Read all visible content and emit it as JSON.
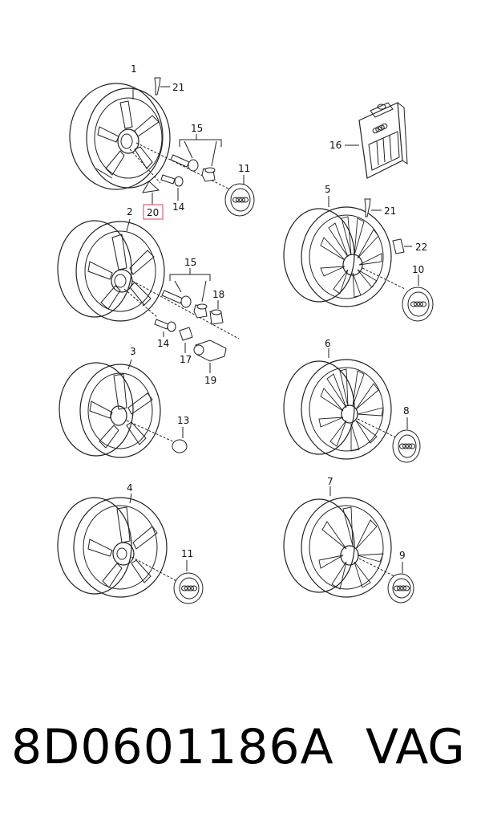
{
  "callouts": {
    "c1": "1",
    "c2": "2",
    "c3": "3",
    "c4": "4",
    "c5": "5",
    "c6": "6",
    "c7": "7",
    "c8": "8",
    "c9": "9",
    "c10": "10",
    "c11a": "11",
    "c11b": "11",
    "c13": "13",
    "c14a": "14",
    "c14b": "14",
    "c15a": "15",
    "c15b": "15",
    "c16": "16",
    "c17": "17",
    "c18": "18",
    "c19": "19",
    "c20": "20",
    "c21a": "21",
    "c21b": "21",
    "c22": "22"
  },
  "highlight_color": "#e06070",
  "footer": {
    "part_number": "8D0601186A",
    "brand": "VAG"
  }
}
